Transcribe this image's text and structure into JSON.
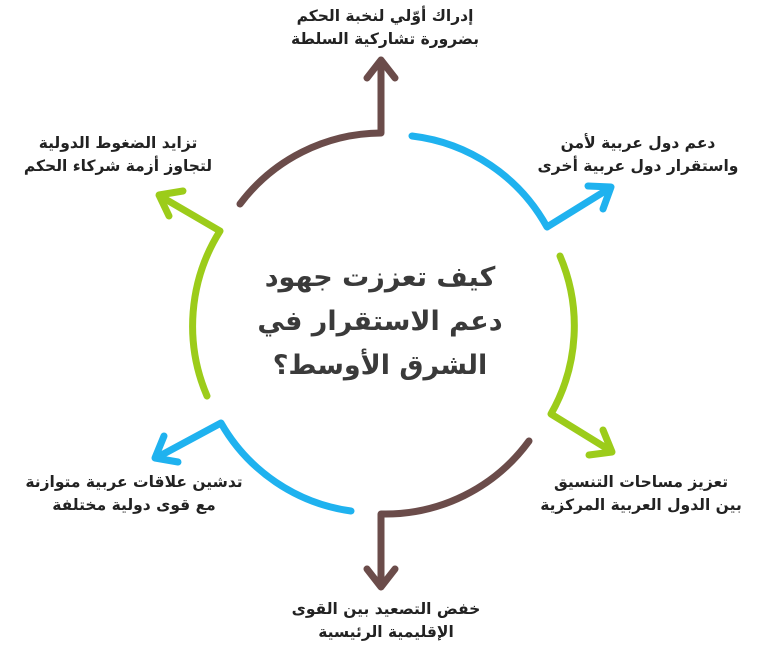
{
  "title": [
    "كيف تعززت جهود",
    "دعم الاستقرار في",
    "الشرق الأوسط؟"
  ],
  "colors": {
    "brown": "#6b4c4a",
    "blue": "#1fb2ef",
    "green": "#9ccc1a",
    "text": "#222222"
  },
  "nodes": {
    "top": [
      "إدراك أوّلي لنخبة الحكم",
      "بضرورة تشاركية السلطة"
    ],
    "top_right": [
      "دعم دول عربية لأمن",
      "واستقرار دول عربية أخرى"
    ],
    "bottom_right": [
      "تعزيز مساحات التنسيق",
      "بين الدول العربية المركزية"
    ],
    "bottom": [
      "خفض التصعيد بين القوى",
      "الإقليمية الرئيسية"
    ],
    "bottom_left": [
      "تدشين علاقات عربية متوازنة",
      "مع قوى دولية مختلفة"
    ],
    "top_left": [
      "تزايد الضغوط الدولية",
      "لتجاوز أزمة شركاء الحكم"
    ]
  }
}
